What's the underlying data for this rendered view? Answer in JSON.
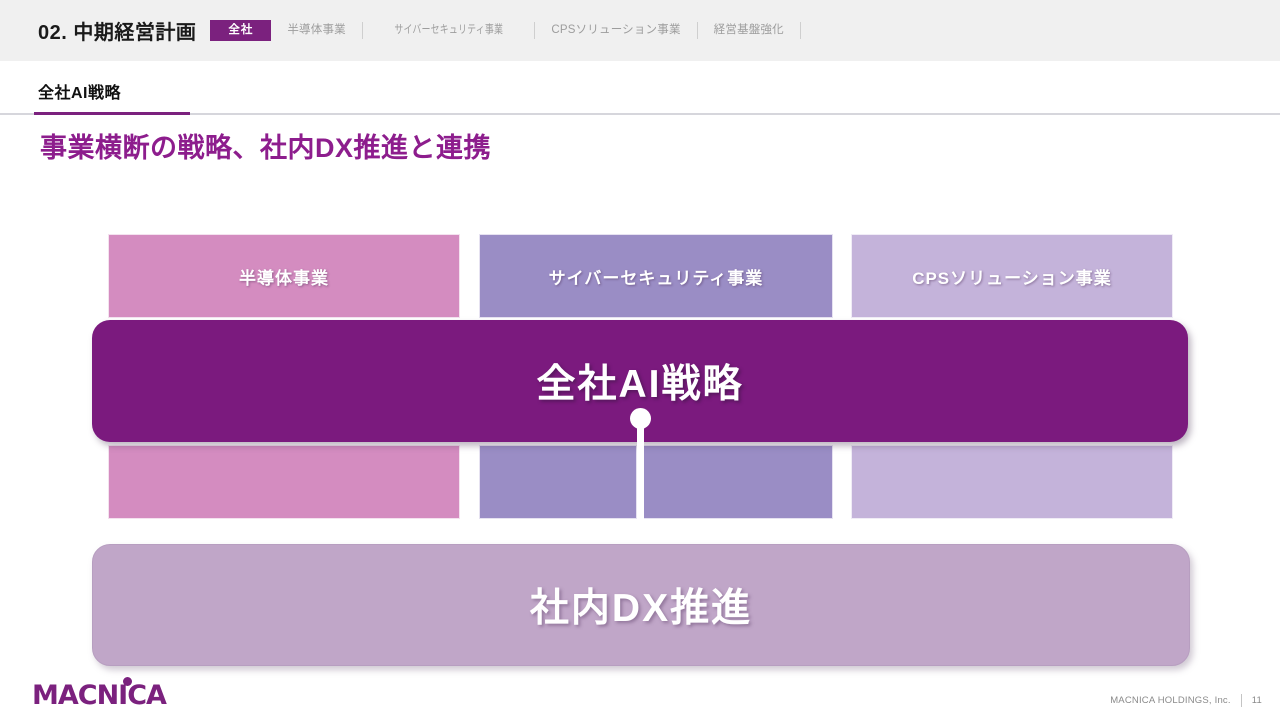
{
  "header": {
    "chapter": "02. 中期経営計画",
    "nav": [
      {
        "label": "全社",
        "active": true
      },
      {
        "label": "半導体事業",
        "active": false
      },
      {
        "label": "サイバーセキュリティ事業",
        "active": false
      },
      {
        "label": "CPSソリューション事業",
        "active": false
      },
      {
        "label": "経営基盤強化",
        "active": false
      }
    ]
  },
  "section": {
    "title": "全社AI戦略",
    "headline": "事業横断の戦略、社内DX推進と連携"
  },
  "diagram": {
    "columns": [
      {
        "label": "半導体事業",
        "color": "#d48cc0"
      },
      {
        "label": "サイバーセキュリティ事業",
        "color": "#9a8dc5"
      },
      {
        "label": "CPSソリューション事業",
        "color": "#c4b3da"
      }
    ],
    "banner_ai": {
      "label": "全社AI戦略",
      "color": "#7b1a7e"
    },
    "banner_dx": {
      "label": "社内DX推進",
      "color": "#c0a6c8"
    }
  },
  "footer": {
    "logo": "MACNICA",
    "company": "MACNICA HOLDINGS, Inc.",
    "page": "11"
  },
  "colors": {
    "brand_purple": "#7b217e",
    "headline_purple": "#8d1d8d",
    "header_band": "#f0f0f0"
  }
}
